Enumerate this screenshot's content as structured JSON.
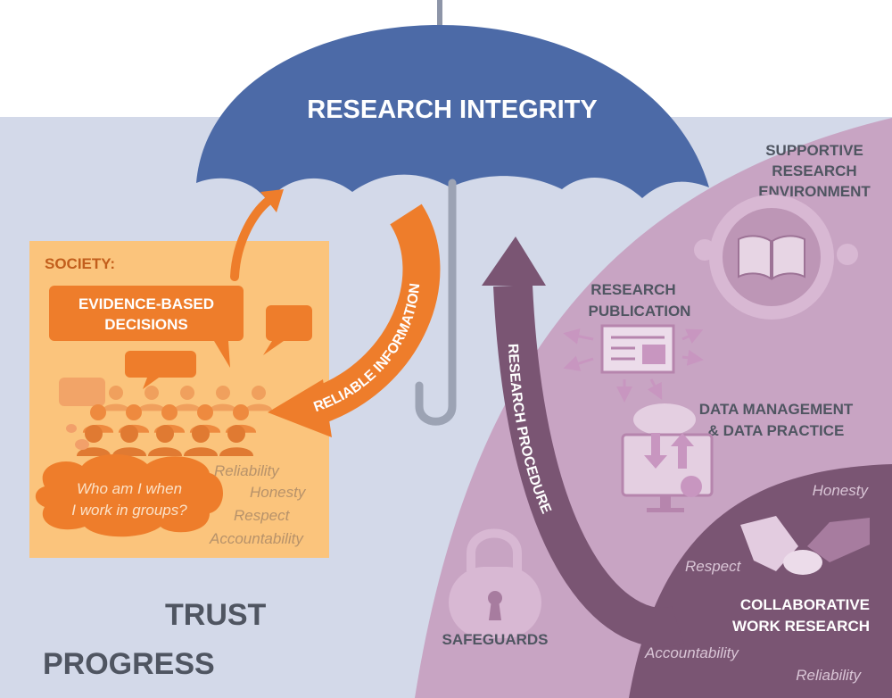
{
  "title": "RESEARCH INTEGRITY",
  "society": {
    "heading": "SOCIETY:",
    "decisions_line1": "EVIDENCE-BASED",
    "decisions_line2": "DECISIONS",
    "question_line1": "Who am I when",
    "question_line2": "I work in groups?",
    "values": [
      "Reliability",
      "Honesty",
      "Respect",
      "Accountability"
    ]
  },
  "arrows": {
    "reliable_information": "RELIABLE INFORMATION",
    "research_procedure": "RESEARCH PROCEDURE"
  },
  "environment": {
    "supportive": [
      "SUPPORTIVE",
      "RESEARCH",
      "ENVIRONMENT"
    ],
    "publication": [
      "RESEARCH",
      "PUBLICATION"
    ],
    "data": [
      "DATA MANAGEMENT",
      "& DATA PRACTICE"
    ],
    "safeguards": "SAFEGUARDS",
    "collaborative": [
      "COLLABORATIVE",
      "WORK RESEARCH"
    ],
    "collab_values": [
      "Honesty",
      "Respect",
      "Accountability",
      "Reliability"
    ]
  },
  "bottom": {
    "trust": "TRUST",
    "progress": "PROGRESS"
  },
  "colors": {
    "background": "#d3d9e9",
    "umbrella": "#4c6aa7",
    "society_box": "#fbc47c",
    "orange": "#ee7d2b",
    "purple_light": "#c8a4c3",
    "purple_dark": "#7a5573",
    "text_dark": "#4f5561"
  }
}
